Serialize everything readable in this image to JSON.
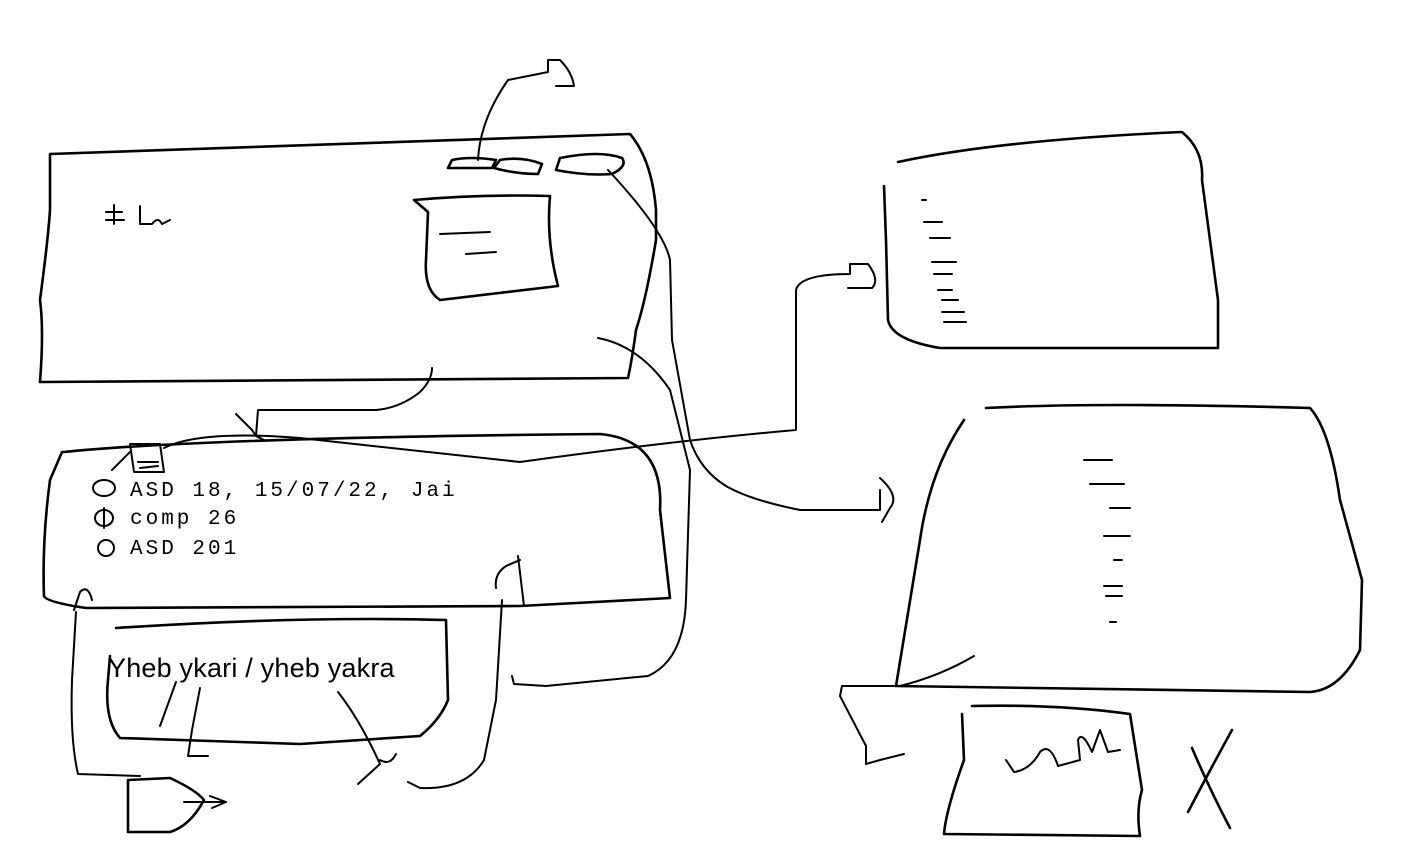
{
  "diagram": {
    "handwritten_list_lines": [
      "ASD 18, 15/07/22, Jai",
      "comp 26",
      "ASD 201"
    ],
    "typed_label": "Yheb ykari / yheb yakra"
  },
  "colors": {
    "ink": "#000000",
    "background": "#ffffff"
  }
}
